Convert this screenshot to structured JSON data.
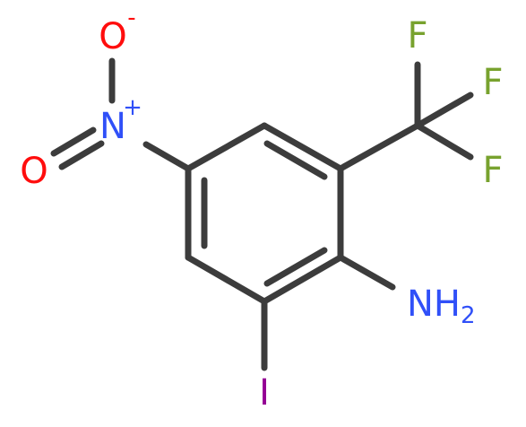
{
  "molecule": {
    "atoms": {
      "oxygen_top": {
        "symbol": "O",
        "charge": "-"
      },
      "oxygen_left": {
        "symbol": "O"
      },
      "nitrogen": {
        "symbol": "N",
        "charge": "+"
      },
      "fluorine_1": {
        "symbol": "F"
      },
      "fluorine_2": {
        "symbol": "F"
      },
      "fluorine_3": {
        "symbol": "F"
      },
      "amine": {
        "symbol": "NH",
        "subscript": "2"
      },
      "iodine": {
        "symbol": "I"
      }
    },
    "colors": {
      "bond": "#3c3c3c",
      "oxygen": "#ff0d0d",
      "nitrogen": "#3050f8",
      "fluorine": "#78a22e",
      "iodine": "#940094"
    }
  }
}
